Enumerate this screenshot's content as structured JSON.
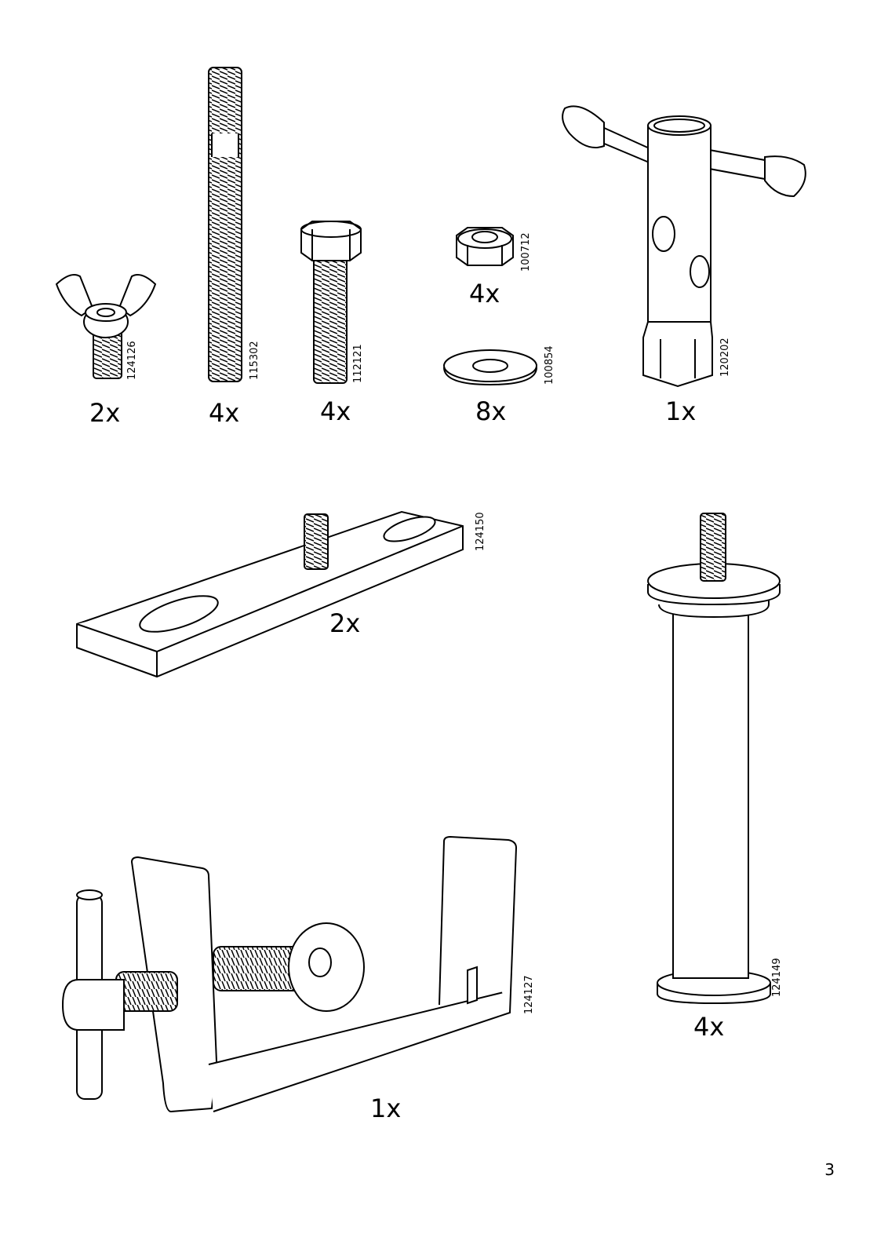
{
  "parts": [
    {
      "id": "wing-bolt",
      "article": "124126",
      "quantity": "2x"
    },
    {
      "id": "threaded-rod",
      "article": "115302",
      "quantity": "4x"
    },
    {
      "id": "hex-bolt",
      "article": "112121",
      "quantity": "4x"
    },
    {
      "id": "hex-nut",
      "article": "100712",
      "quantity": "4x"
    },
    {
      "id": "washer",
      "article": "100854",
      "quantity": "8x"
    },
    {
      "id": "box-wrench",
      "article": "120202",
      "quantity": "1x"
    },
    {
      "id": "mounting-plate",
      "article": "124150",
      "quantity": "2x"
    },
    {
      "id": "leg",
      "article": "124149",
      "quantity": "4x"
    },
    {
      "id": "clamp",
      "article": "124127",
      "quantity": "1x"
    }
  ],
  "page_number": "3"
}
